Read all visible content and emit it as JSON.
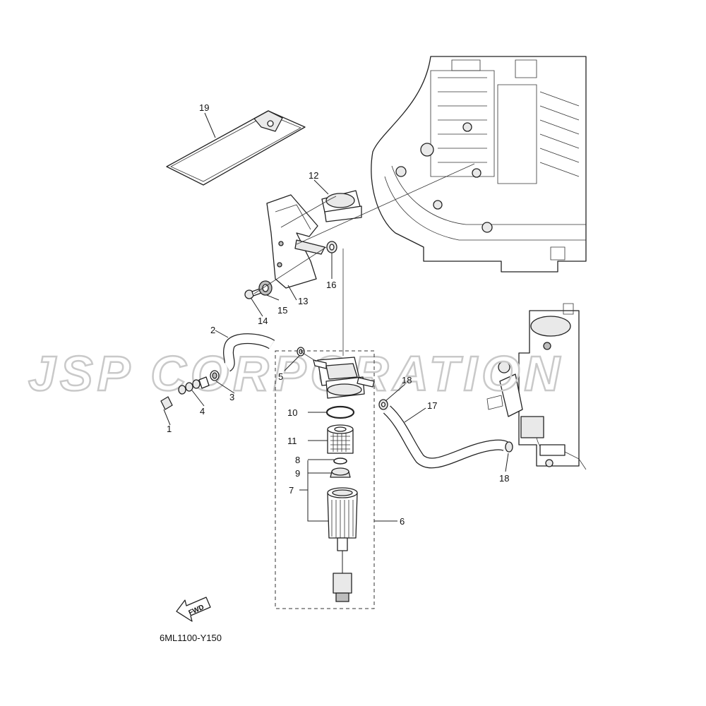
{
  "diagram_code": "6ML1100-Y150",
  "fwd_label": "FWD",
  "watermark": "JSP CORPORATION",
  "callouts": {
    "c1": "1",
    "c2": "2",
    "c3": "3",
    "c4": "4",
    "c5": "5",
    "c6": "6",
    "c7": "7",
    "c8": "8",
    "c9": "9",
    "c10": "10",
    "c11": "11",
    "c12": "12",
    "c13": "13",
    "c14": "14",
    "c15": "15",
    "c16": "16",
    "c17": "17",
    "c18a": "18",
    "c18b": "18",
    "c19": "19"
  }
}
